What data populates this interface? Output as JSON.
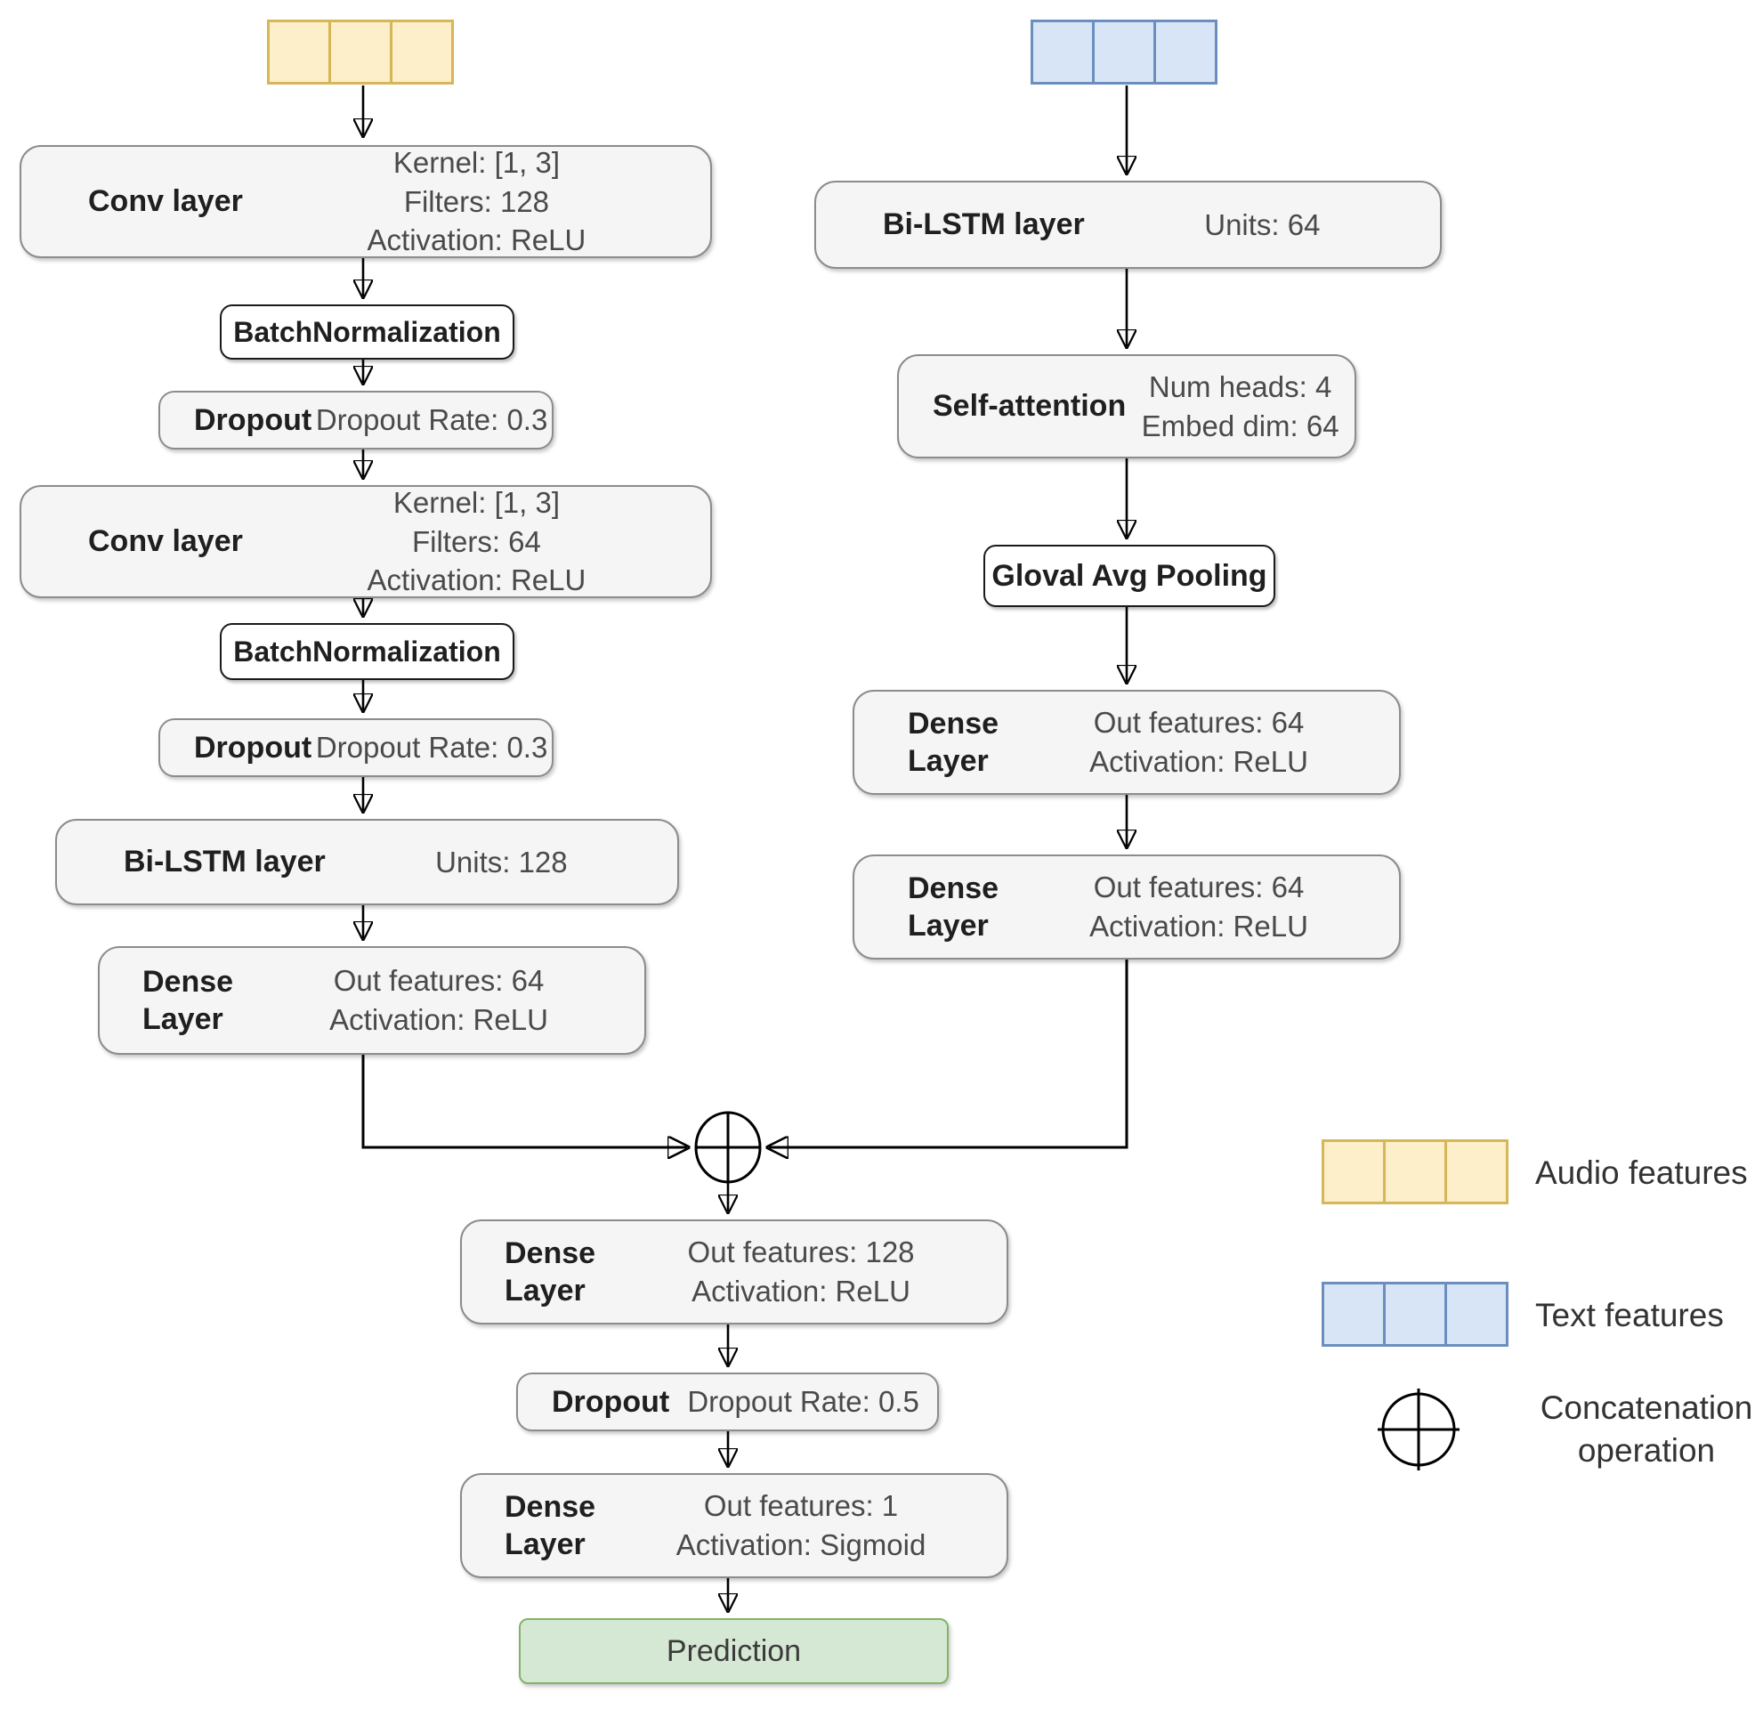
{
  "nodes": {
    "conv1": {
      "label": "Conv layer",
      "params": [
        "Kernel: [1, 3]",
        "Filters: 128",
        "Activation: ReLU"
      ]
    },
    "bn1": {
      "label": "BatchNormalization"
    },
    "dropout1": {
      "label": "Dropout",
      "params": [
        "Dropout Rate: 0.3"
      ]
    },
    "conv2": {
      "label": "Conv layer",
      "params": [
        "Kernel: [1, 3]",
        "Filters: 64",
        "Activation: ReLU"
      ]
    },
    "bn2": {
      "label": "BatchNormalization"
    },
    "dropout2": {
      "label": "Dropout",
      "params": [
        "Dropout Rate: 0.3"
      ]
    },
    "bilstm_left": {
      "label": "Bi-LSTM layer",
      "params": [
        "Units: 128"
      ]
    },
    "dense_left": {
      "label": "Dense\nLayer",
      "params": [
        "Out features: 64",
        "Activation: ReLU"
      ]
    },
    "bilstm_right": {
      "label": "Bi-LSTM layer",
      "params": [
        "Units: 64"
      ]
    },
    "self_attention": {
      "label": "Self-attention",
      "params": [
        "Num heads: 4",
        "Embed dim: 64"
      ]
    },
    "global_avg_pooling": {
      "label": "Gloval Avg Pooling"
    },
    "dense_right1": {
      "label": "Dense\nLayer",
      "params": [
        "Out features: 64",
        "Activation: ReLU"
      ]
    },
    "dense_right2": {
      "label": "Dense\nLayer",
      "params": [
        "Out features: 64",
        "Activation: ReLU"
      ]
    },
    "dense_merge": {
      "label": "Dense\nLayer",
      "params": [
        "Out features: 128",
        "Activation: ReLU"
      ]
    },
    "dropout3": {
      "label": "Dropout",
      "params": [
        "Dropout Rate: 0.5"
      ]
    },
    "dense_out": {
      "label": "Dense\nLayer",
      "params": [
        "Out features: 1",
        "Activation: Sigmoid"
      ]
    },
    "prediction": {
      "label": "Prediction"
    }
  },
  "legend": {
    "audio_label": "Audio features",
    "text_label": "Text features",
    "concat_label": "Concatenation\noperation"
  },
  "colors": {
    "audio_fill": "#FCEFC9",
    "audio_stroke": "#D6B656",
    "text_fill": "#D8E5F6",
    "text_stroke": "#6C8EBF",
    "node_fill": "#F5F5F5",
    "node_stroke": "#8C8C8C",
    "batchnorm_stroke": "#1A1A1A",
    "prediction_fill": "#D5E8D4",
    "prediction_stroke": "#82B366",
    "wire": "#000000"
  }
}
